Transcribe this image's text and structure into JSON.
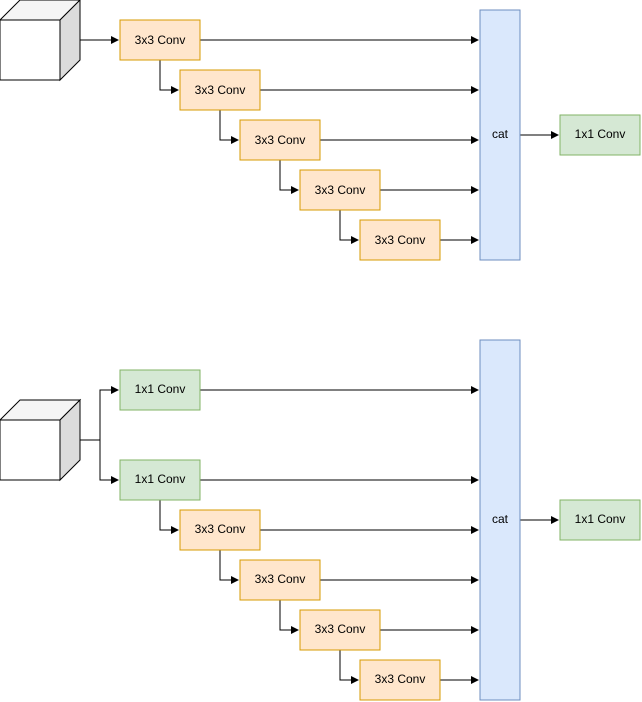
{
  "colors": {
    "conv3_fill": "#FFE6CC",
    "conv3_stroke": "#D79B00",
    "conv1_fill": "#D5E8D4",
    "conv1_stroke": "#82B366",
    "cat_fill": "#DAE8FC",
    "cat_stroke": "#6C8EBF",
    "line": "#000000"
  },
  "top_diagram": {
    "conv_blocks": [
      "3x3 Conv",
      "3x3 Conv",
      "3x3 Conv",
      "3x3 Conv",
      "3x3 Conv"
    ],
    "cat_label": "cat",
    "output_label": "1x1 Conv"
  },
  "bottom_diagram": {
    "branch_labels": [
      "1x1 Conv",
      "1x1 Conv"
    ],
    "conv_blocks": [
      "3x3 Conv",
      "3x3 Conv",
      "3x3 Conv",
      "3x3 Conv"
    ],
    "cat_label": "cat",
    "output_label": "1x1 Conv"
  }
}
